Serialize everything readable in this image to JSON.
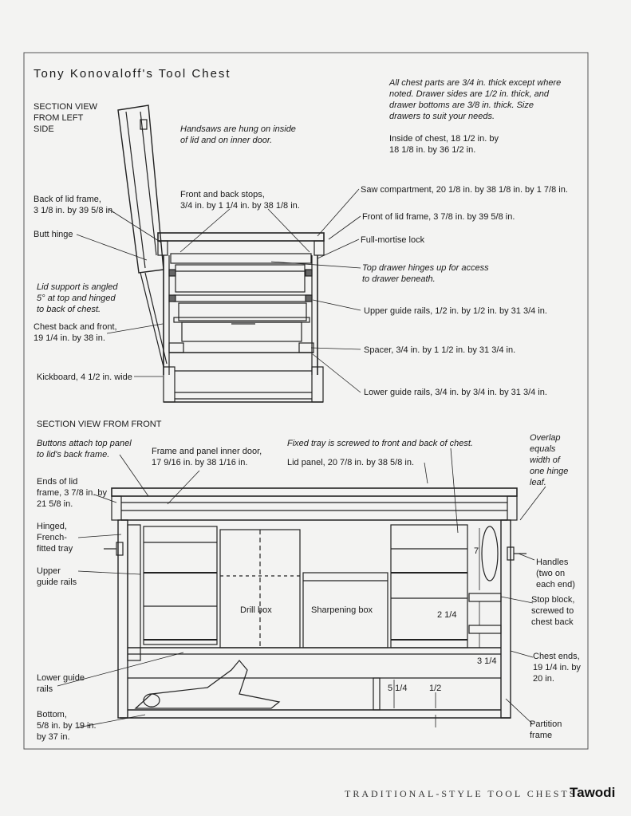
{
  "title": "Tony Konovaloff's Tool Chest",
  "notes": {
    "thickness_1": "All chest parts are 3/4 in. thick except where",
    "thickness_2": "noted. Drawer sides are 1/2 in. thick, and",
    "thickness_3": "drawer bottoms are 3/8 in. thick. Size",
    "thickness_4": "drawers to suit your needs.",
    "inside_1": "Inside of chest, 18 1/2 in. by",
    "inside_2": "18 1/8 in. by 36 1/2 in."
  },
  "left_view": {
    "heading_1": "SECTION VIEW",
    "heading_2": "FROM LEFT",
    "heading_3": "SIDE",
    "handsaws_1": "Handsaws are hung on inside",
    "handsaws_2": "of lid and on inner door.",
    "back_lid_1": "Back of lid frame,",
    "back_lid_2": "3 1/8 in. by 39 5/8 in.",
    "butt_hinge": "Butt hinge",
    "stops_1": "Front and back stops,",
    "stops_2": "3/4 in. by 1 1/4 in. by 38 1/8 in.",
    "saw_comp": "Saw compartment, 20 1/8 in. by 38 1/8 in. by 1 7/8 in.",
    "front_lid": "Front of lid frame, 3 7/8 in. by 39 5/8 in.",
    "lock": "Full-mortise lock",
    "top_drawer_1": "Top drawer hinges up for access",
    "top_drawer_2": "to drawer beneath.",
    "lid_support_1": "Lid support is angled",
    "lid_support_2": "5° at top and hinged",
    "lid_support_3": "to back of chest.",
    "upper_rails": "Upper guide rails, 1/2 in. by 1/2 in. by 31 3/4 in.",
    "chest_back_1": "Chest back and front,",
    "chest_back_2": "19 1/4 in. by 38 in.",
    "spacer": "Spacer, 3/4 in. by 1 1/2 in. by 31 3/4 in.",
    "kickboard": "Kickboard, 4 1/2 in. wide",
    "lower_rails": "Lower guide rails, 3/4 in. by 3/4 in. by 31 3/4 in."
  },
  "front_view": {
    "heading": "SECTION VIEW FROM FRONT",
    "buttons_1": "Buttons attach top panel",
    "buttons_2": "to lid's back frame.",
    "inner_door_1": "Frame and panel inner door,",
    "inner_door_2": "17 9/16 in. by 38 1/16 in.",
    "fixed_tray": "Fixed tray is screwed to front and back of chest.",
    "lid_panel": "Lid panel, 20 7/8 in. by 38 5/8 in.",
    "overlap_1": "Overlap",
    "overlap_2": "equals",
    "overlap_3": "width of",
    "overlap_4": "one hinge",
    "overlap_5": "leaf.",
    "ends_1": "Ends of lid",
    "ends_2": "frame, 3 7/8 in. by",
    "ends_3": "21 5/8 in.",
    "tray_1": "Hinged,",
    "tray_2": "French-",
    "tray_3": "fitted tray",
    "upper_1": "Upper",
    "upper_2": "guide rails",
    "drill_box": "Drill box",
    "sharpening_box": "Sharpening box",
    "handles_1": "Handles",
    "handles_2": "(two on",
    "handles_3": "each end)",
    "stop_1": "Stop block,",
    "stop_2": "screwed to",
    "stop_3": "chest back",
    "dim_7": "7",
    "dim_2_1_4": "2 1/4",
    "dim_3_1_4": "3 1/4",
    "dim_5_1_4": "5 1/4",
    "dim_1_2": "1/2",
    "lower_1": "Lower guide",
    "lower_2": "rails",
    "chest_ends_1": "Chest ends,",
    "chest_ends_2": "19 1/4 in. by",
    "chest_ends_3": "20 in.",
    "bottom_1": "Bottom,",
    "bottom_2": "5/8 in. by 19 in.",
    "bottom_3": "by 37 in.",
    "partition_1": "Partition",
    "partition_2": "frame"
  },
  "footer": "TRADITIONAL-STYLE TOOL CHESTS",
  "brand": "Tawodi"
}
